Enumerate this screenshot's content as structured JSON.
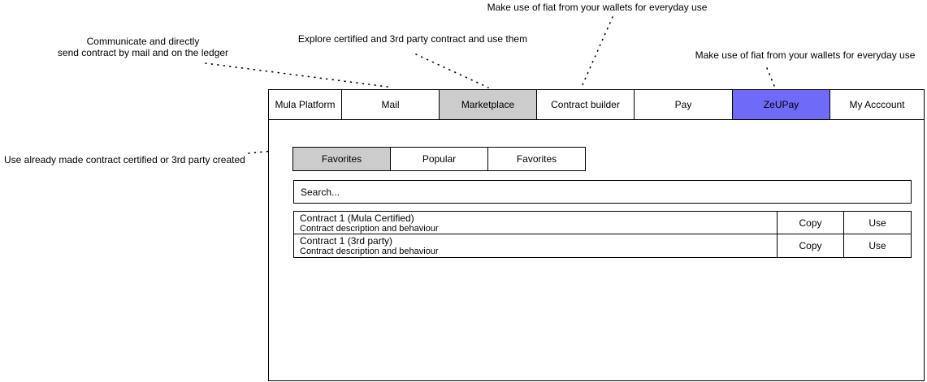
{
  "colors": {
    "selected_tab_gray": "#cccccc",
    "zeupay_highlight_blue": "#6f6af8",
    "border_black": "#000000",
    "background_white": "#ffffff"
  },
  "annotations": [
    {
      "id": "mail",
      "lines": [
        "Communicate and directly",
        "send contract by mail and on the ledger"
      ]
    },
    {
      "id": "marketplace",
      "lines": [
        "Explore certified and 3rd party contract and use them"
      ]
    },
    {
      "id": "contract-builder",
      "lines": [
        "Make use of fiat from your wallets for everyday use"
      ]
    },
    {
      "id": "zeupay",
      "lines": [
        "Make use of fiat from your wallets for everyday use"
      ]
    },
    {
      "id": "favorites",
      "lines": [
        "Use already made contract certified or 3rd party created"
      ]
    }
  ],
  "nav_tabs": [
    {
      "label": "Mula Platform",
      "state": "default"
    },
    {
      "label": "Mail",
      "state": "default"
    },
    {
      "label": "Marketplace",
      "state": "selected-gray"
    },
    {
      "label": "Contract builder",
      "state": "default"
    },
    {
      "label": "Pay",
      "state": "default"
    },
    {
      "label": "ZeUPay",
      "state": "highlight-blue"
    },
    {
      "label": "My Acccount",
      "state": "default"
    }
  ],
  "content": {
    "filter_tabs": [
      {
        "label": "Favorites",
        "state": "selected"
      },
      {
        "label": "Popular",
        "state": "default"
      },
      {
        "label": "Favorites",
        "state": "default"
      }
    ],
    "search": {
      "placeholder": "Search..."
    },
    "contracts": [
      {
        "title": "Contract 1 (Mula Certified)",
        "description": "Contract description and behaviour",
        "actions": [
          "Copy",
          "Use"
        ]
      },
      {
        "title": "Contract 1 (3rd party)",
        "description": "Contract description and behaviour",
        "actions": [
          "Copy",
          "Use"
        ]
      }
    ]
  }
}
